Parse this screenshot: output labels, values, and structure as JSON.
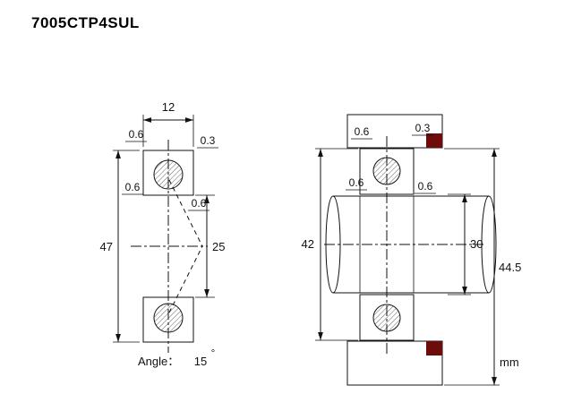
{
  "title": "7005CTP4SUL",
  "unit_label": "mm",
  "colors": {
    "ring_fill": "#e2571f",
    "housing_fill": "#c6c6c6",
    "seal_fill": "#6e0b0b"
  },
  "angle_note": {
    "prefix": "Angle：",
    "value": "15",
    "degree": "°"
  },
  "left_view": {
    "width": "12",
    "od": "47",
    "bore": "25",
    "chamfer_top_left": "0.6",
    "chamfer_top_right": "0.3",
    "chamfer_side": "0.6",
    "chamfer_bore": "0.6"
  },
  "right_view": {
    "chamfer_housing_left": "0.6",
    "chamfer_housing_right": "0.3",
    "chamfer_left": "0.6",
    "chamfer_right": "0.6",
    "housing_bore": "42",
    "shoulder_diameter": "30",
    "overall_width": "44.5"
  }
}
